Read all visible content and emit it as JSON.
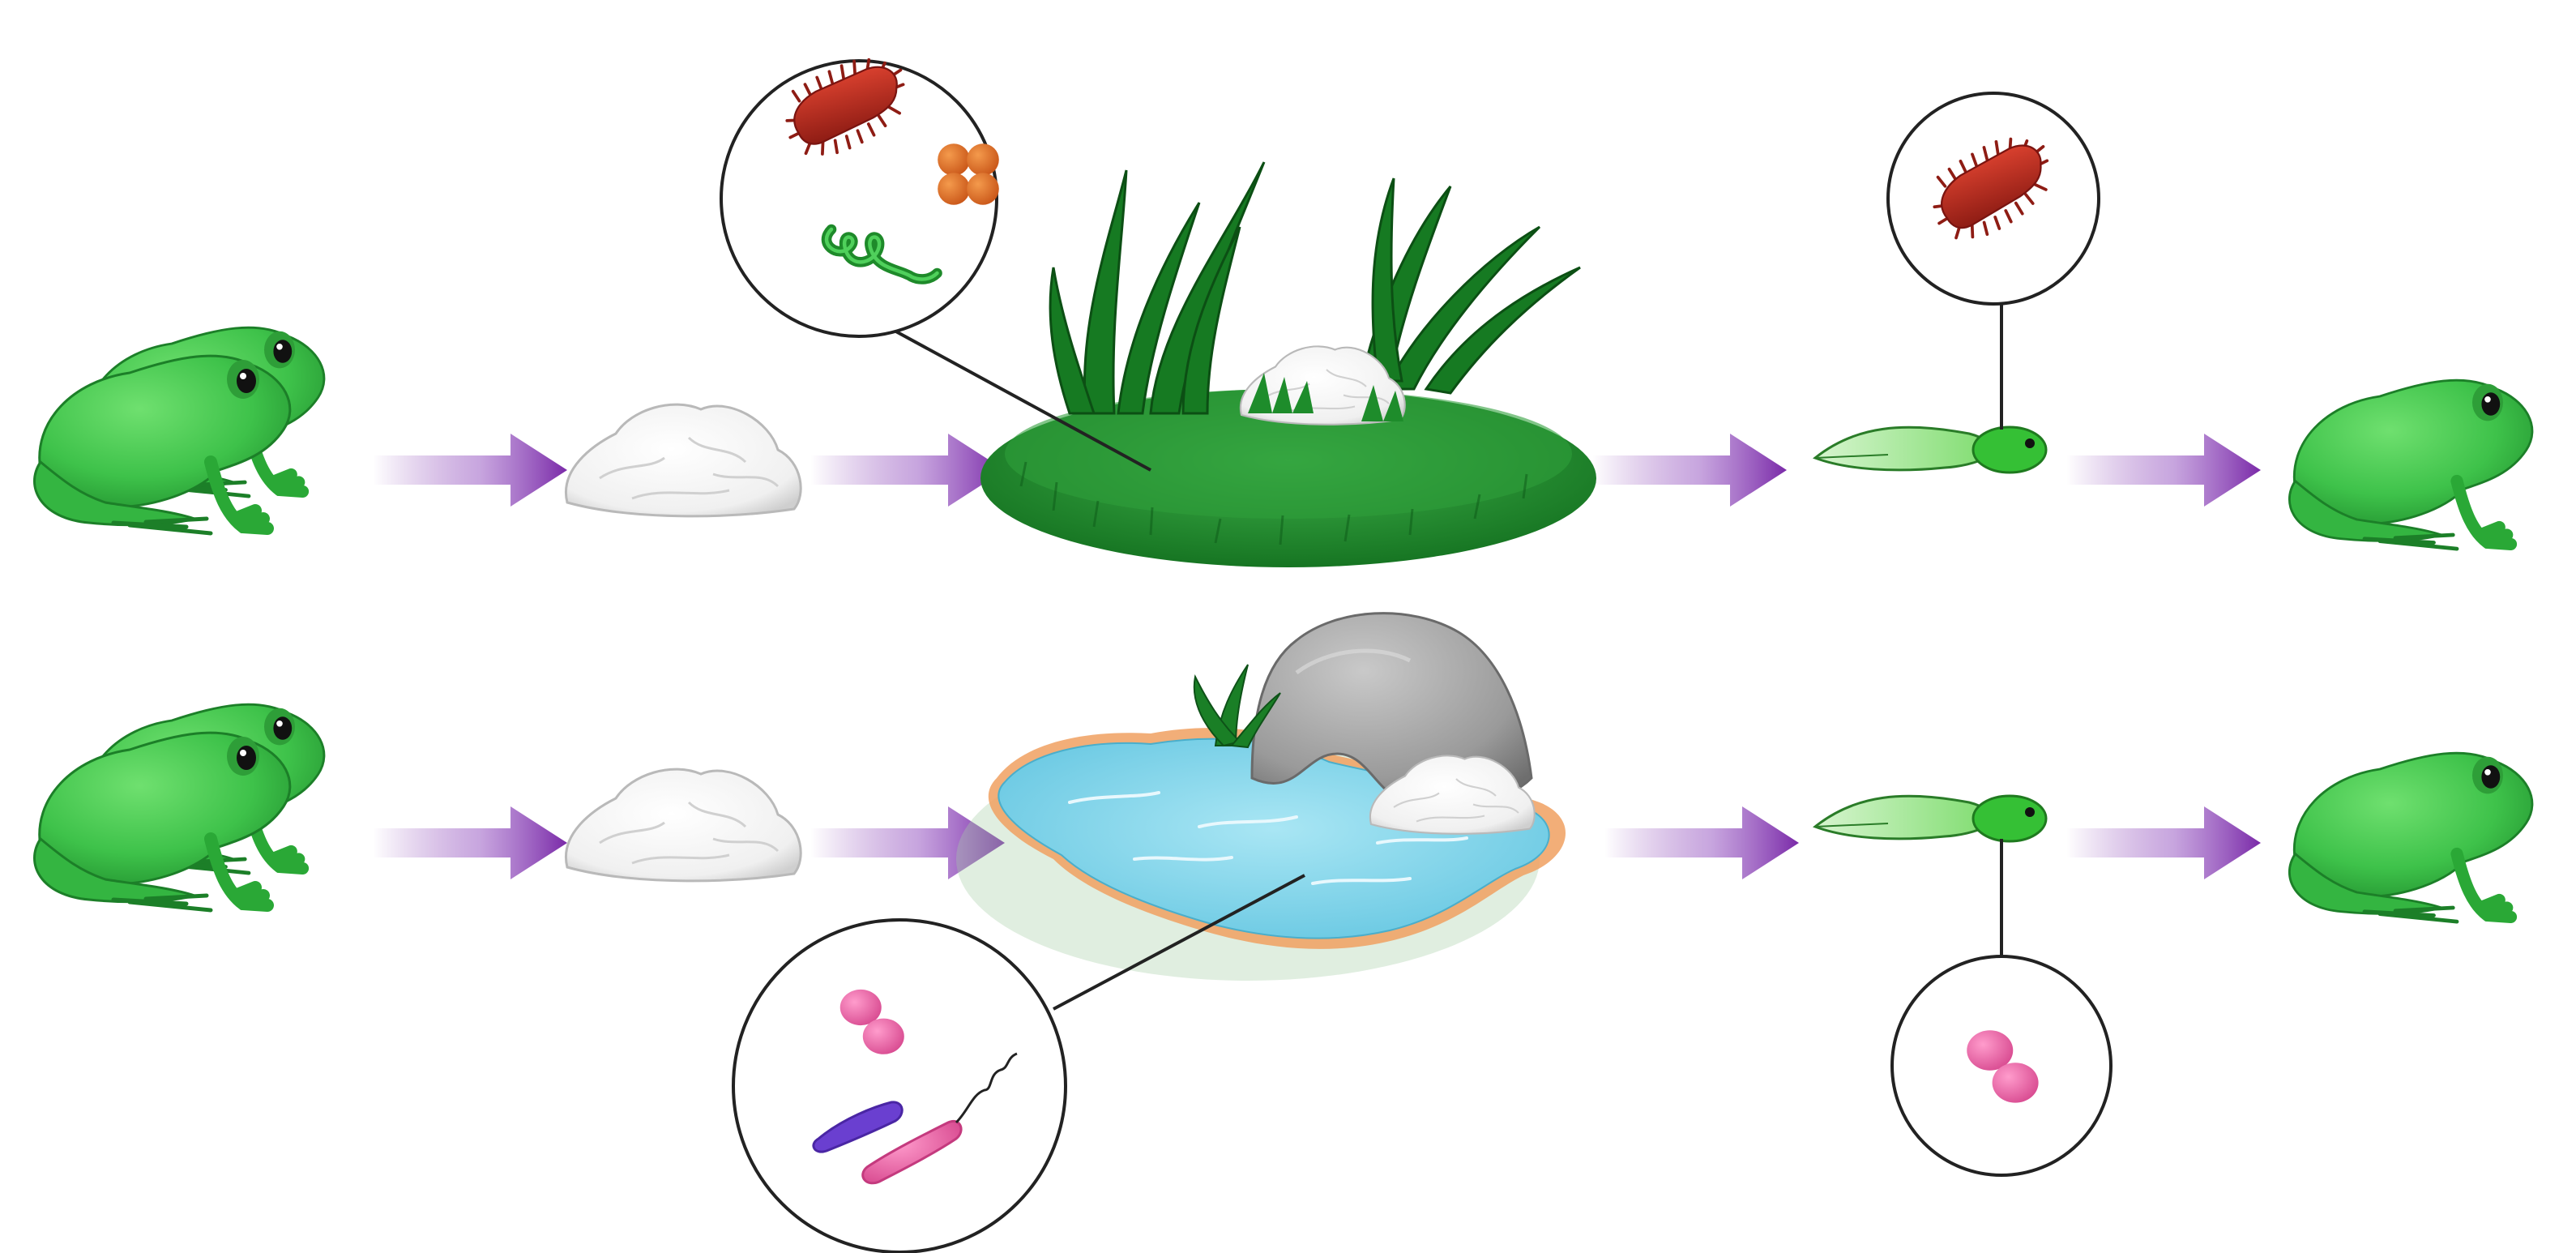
{
  "diagram": {
    "description_visible_text": "",
    "rows": [
      {
        "row": "top",
        "habitat": "grass",
        "stages": [
          "mating-frogs",
          "egg-mass",
          "grass-habitat",
          "tadpole",
          "adult-frog"
        ],
        "habitat_microbes": [
          "red-rod-bacterium",
          "orange-coccus-cluster",
          "green-spirochete"
        ],
        "tadpole_microbes": [
          "red-rod-bacterium"
        ]
      },
      {
        "row": "bottom",
        "habitat": "pond",
        "stages": [
          "mating-frogs",
          "egg-mass",
          "pond-habitat",
          "tadpole",
          "adult-frog"
        ],
        "habitat_microbes": [
          "pink-diplococcus",
          "purple-rod-bacterium",
          "pink-flagellated-rod"
        ],
        "tadpole_microbes": [
          "pink-diplococcus"
        ]
      }
    ],
    "colors": {
      "frog": "#3ec24a",
      "frog_dark": "#1f8a2a",
      "arrow": "#7a2aa8",
      "water": "#7fd3ea",
      "grass": "#1f8f2f",
      "rock": "#9a9a9a",
      "red_bacterium": "#b3261e",
      "orange_coccus": "#e0661e",
      "pink": "#e85d9f",
      "purple": "#6a3fd0"
    }
  }
}
